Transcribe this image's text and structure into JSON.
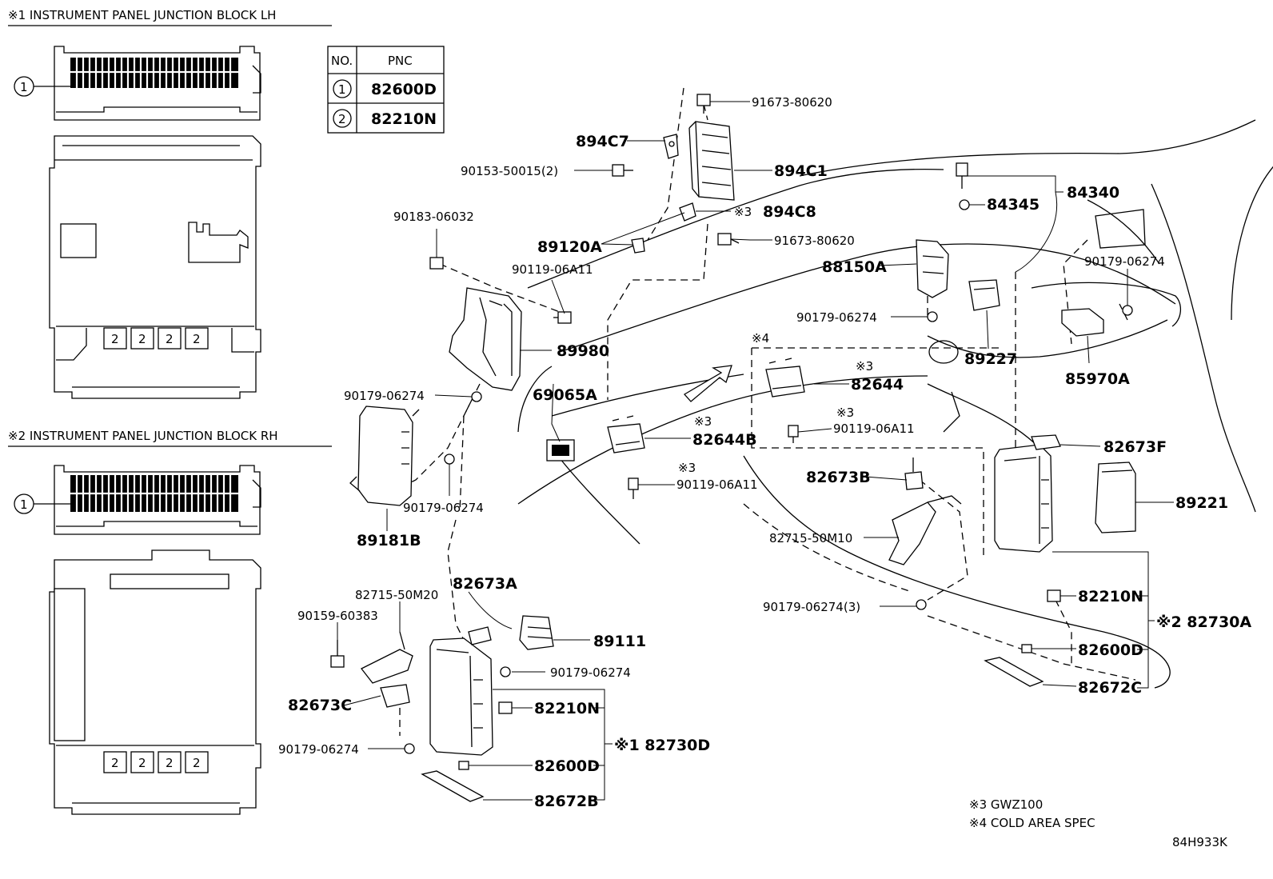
{
  "headers": {
    "lh": "※1 INSTRUMENT PANEL JUNCTION BLOCK LH",
    "rh": "※2 INSTRUMENT PANEL JUNCTION BLOCK RH"
  },
  "table": {
    "col_no": "NO.",
    "col_pnc": "PNC",
    "rows": [
      {
        "no": "1",
        "pnc": "82600D"
      },
      {
        "no": "2",
        "pnc": "82210N"
      }
    ]
  },
  "marker_1": "1",
  "marker_2": "2",
  "labels": {
    "p91673_top": "91673-80620",
    "p894C7": "894C7",
    "p90153": "90153-50015(2)",
    "p894C1": "894C1",
    "p894C8": "894C8",
    "p894C8_note": "※3",
    "p91673_mid": "91673-80620",
    "p90183": "90183-06032",
    "p89120A": "89120A",
    "p90119_a": "90119-06A11",
    "p89980": "89980",
    "p90179_a": "90179-06274",
    "p69065A": "69065A",
    "p89181B": "89181B",
    "p90179_b": "90179-06274",
    "p84340": "84340",
    "p84345": "84345",
    "p88150A": "88150A",
    "p90179_c": "90179-06274",
    "p90179_d": "90179-06274",
    "p89227": "89227",
    "p85970A": "85970A",
    "note4": "※4",
    "p82644_note": "※3",
    "p82644": "82644",
    "p90119_b_note": "※3",
    "p90119_b": "90119-06A11",
    "p82644B_note": "※3",
    "p82644B": "82644B",
    "p90119_c_note": "※3",
    "p90119_c": "90119-06A11",
    "p82673B": "82673B",
    "p82673F": "82673F",
    "p89221": "89221",
    "p82715_M10": "82715-50M10",
    "p90179_3": "90179-06274(3)",
    "p82210N_r": "82210N",
    "p82730A": "※2 82730A",
    "p82600D_r": "82600D",
    "p82672C": "82672C",
    "p82673A": "82673A",
    "p82715_M20": "82715-50M20",
    "p90159": "90159-60383",
    "p89111": "89111",
    "p90179_e": "90179-06274",
    "p82673C": "82673C",
    "p82210N_l": "82210N",
    "p82730D": "※1 82730D",
    "p90179_f": "90179-06274",
    "p82600D_l": "82600D",
    "p82672B": "82672B"
  },
  "footnotes": {
    "n3": "※3 GWZ100",
    "n4": "※4 COLD AREA SPEC"
  },
  "figure_id": "84H933K"
}
